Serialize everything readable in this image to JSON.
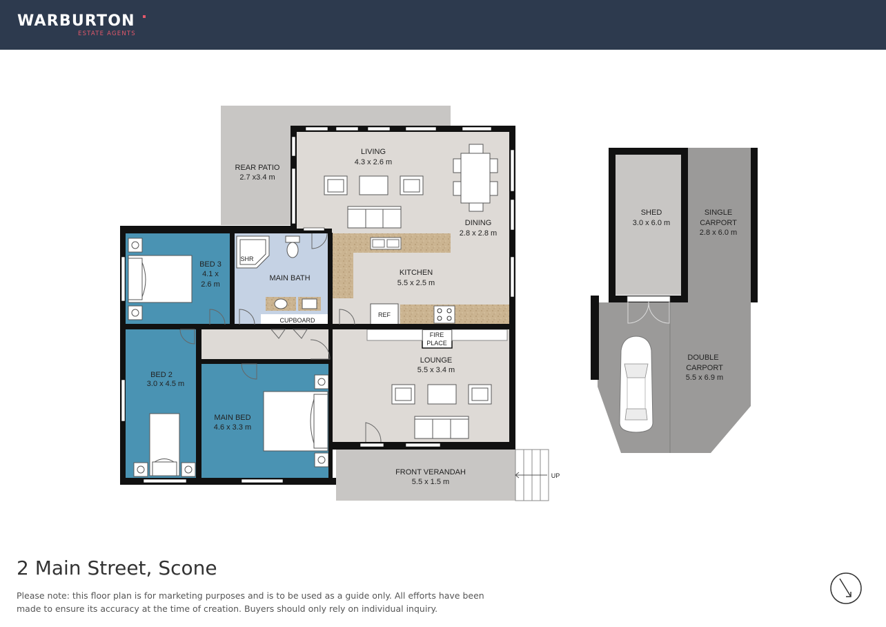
{
  "brand": {
    "name": "WARBURTON",
    "tagline": "ESTATE AGENTS"
  },
  "rooms": {
    "rear_patio": {
      "name": "REAR PATIO",
      "size": "2.7 x3.4 m"
    },
    "living": {
      "name": "LIVING",
      "size": "4.3 x 2.6 m"
    },
    "dining": {
      "name": "DINING",
      "size": "2.8 x 2.8 m"
    },
    "bed3": {
      "name": "BED 3",
      "size_line1": "4.1 x",
      "size_line2": "2.6 m"
    },
    "shower": {
      "name": "SHR"
    },
    "main_bath": {
      "name": "MAIN BATH"
    },
    "kitchen": {
      "name": "KITCHEN",
      "size": "5.5 x 2.5 m"
    },
    "ref": {
      "name": "REF"
    },
    "cupboard": {
      "name": "CUPBOARD"
    },
    "fireplace": {
      "line1": "FIRE",
      "line2": "PLACE"
    },
    "lounge": {
      "name": "LOUNGE",
      "size": "5.5 x 3.4 m"
    },
    "bed2": {
      "name": "BED 2",
      "size": "3.0 x 4.5 m"
    },
    "main_bed": {
      "name": "MAIN BED",
      "size": "4.6 x 3.3 m"
    },
    "front_verandah": {
      "name": "FRONT VERANDAH",
      "size": "5.5 x 1.5 m"
    },
    "stairs": {
      "label": "UP"
    },
    "shed": {
      "name": "SHED",
      "size": "3.0 x 6.0 m"
    },
    "single_carport": {
      "name_line1": "SINGLE",
      "name_line2": "CARPORT",
      "size": "2.8 x 6.0 m"
    },
    "double_carport": {
      "name_line1": "DOUBLE",
      "name_line2": "CARPORT",
      "size": "5.5 x 6.9 m"
    }
  },
  "address": "2 Main Street, Scone",
  "disclaimer": "Please note: this floor plan is for marketing purposes and is to be used as a guide only. All efforts have been made to ensure its accuracy at the time of creation. Buyers should only rely on individual inquiry.",
  "icons": {
    "compass": "compass-north-arrow-icon",
    "car": "car-icon"
  },
  "colors": {
    "header": "#2d3a4e",
    "accent": "#e3586a",
    "bedroom": "#4a93b3",
    "bathroom": "#c5d2e4",
    "floor": "#dedad6",
    "outdoor": "#c8c6c4",
    "carport": "#9b9a99",
    "bench": "#cbb491",
    "wall": "#111111"
  }
}
